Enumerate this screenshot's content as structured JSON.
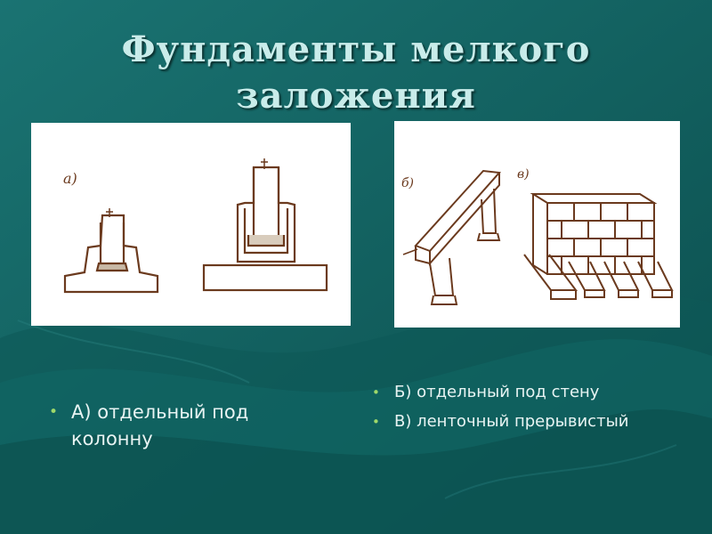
{
  "slide": {
    "title_line1": "Фундаменты мелкого",
    "title_line2": "заложения",
    "accent_color": "#9fd86a",
    "background_color": "#0f6160"
  },
  "figures": {
    "left_label": "а)",
    "right_label_b": "б)",
    "right_label_v": "в)"
  },
  "bullets_left": [
    {
      "text": "А) отдельный под колонну"
    }
  ],
  "bullets_right": [
    {
      "text": "Б) отдельный под стену"
    },
    {
      "text": "В) ленточный прерывистый"
    }
  ]
}
